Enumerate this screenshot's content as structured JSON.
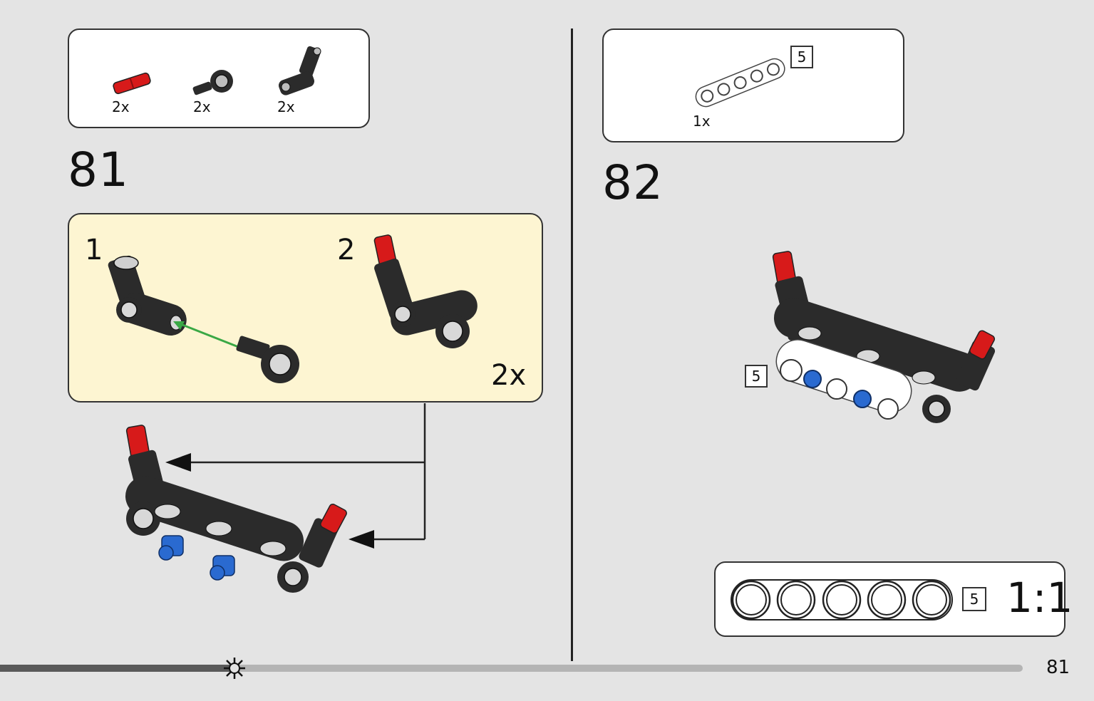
{
  "page": {
    "number": "81"
  },
  "progress": {
    "fraction": 0.23
  },
  "colors": {
    "background": "#e4e4e4",
    "callout": "#fdf5d2",
    "red": "#d71a1a",
    "black": "#2b2b2b",
    "blue": "#2a6ad0",
    "arrow": "#3aa845"
  },
  "step81": {
    "number": "81",
    "parts": [
      {
        "icon": "red-axle-pin-icon",
        "qty": "2x"
      },
      {
        "icon": "axle-pin-connector-icon",
        "qty": "2x"
      },
      {
        "icon": "angle-connector-icon",
        "qty": "2x"
      }
    ],
    "sub": {
      "step1": "1",
      "step2": "2",
      "multiplier": "2x"
    }
  },
  "step82": {
    "number": "82",
    "parts": [
      {
        "icon": "white-beam-5-icon",
        "qty": "1x",
        "tag": "5"
      }
    ],
    "beam_tag": "5"
  },
  "scale": {
    "tag": "5",
    "ratio": "1:1"
  }
}
